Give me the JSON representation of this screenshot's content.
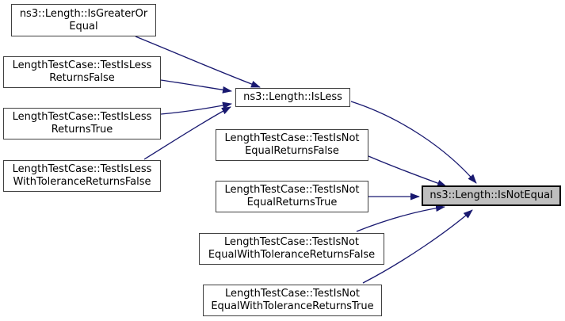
{
  "diagram": {
    "type": "doxygen-caller-graph",
    "colors": {
      "edge": "#191970",
      "node_fill": "#ffffff",
      "node_border": "#404040",
      "highlight_fill": "#bfbfbf",
      "text": "#000000",
      "background": "#ffffff"
    },
    "nodes": [
      {
        "id": "is-greater-or-equal",
        "line1": "ns3::Length::IsGreaterOr",
        "line2": "Equal",
        "highlighted": false
      },
      {
        "id": "test-is-less-returns-false",
        "line1": "LengthTestCase::TestIsLess",
        "line2": "ReturnsFalse",
        "highlighted": false
      },
      {
        "id": "test-is-less-returns-true",
        "line1": "LengthTestCase::TestIsLess",
        "line2": "ReturnsTrue",
        "highlighted": false
      },
      {
        "id": "test-is-less-with-tolerance-returns-false",
        "line1": "LengthTestCase::TestIsLess",
        "line2": "WithToleranceReturnsFalse",
        "highlighted": false
      },
      {
        "id": "is-less",
        "line1": "ns3::Length::IsLess",
        "line2": "",
        "highlighted": false
      },
      {
        "id": "test-is-not-equal-returns-false",
        "line1": "LengthTestCase::TestIsNot",
        "line2": "EqualReturnsFalse",
        "highlighted": false
      },
      {
        "id": "test-is-not-equal-returns-true",
        "line1": "LengthTestCase::TestIsNot",
        "line2": "EqualReturnsTrue",
        "highlighted": false
      },
      {
        "id": "test-is-not-equal-with-tolerance-returns-false",
        "line1": "LengthTestCase::TestIsNot",
        "line2": "EqualWithToleranceReturnsFalse",
        "highlighted": false
      },
      {
        "id": "test-is-not-equal-with-tolerance-returns-true",
        "line1": "LengthTestCase::TestIsNot",
        "line2": "EqualWithToleranceReturnsTrue",
        "highlighted": false
      },
      {
        "id": "is-not-equal",
        "line1": "ns3::Length::IsNotEqual",
        "line2": "",
        "highlighted": true
      }
    ],
    "edges": [
      {
        "from": "ns3::Length::IsGreaterOrEqual",
        "to": "ns3::Length::IsLess"
      },
      {
        "from": "LengthTestCase::TestIsLessReturnsFalse",
        "to": "ns3::Length::IsLess"
      },
      {
        "from": "LengthTestCase::TestIsLessReturnsTrue",
        "to": "ns3::Length::IsLess"
      },
      {
        "from": "LengthTestCase::TestIsLessWithToleranceReturnsFalse",
        "to": "ns3::Length::IsLess"
      },
      {
        "from": "ns3::Length::IsLess",
        "to": "ns3::Length::IsNotEqual"
      },
      {
        "from": "LengthTestCase::TestIsNotEqualReturnsFalse",
        "to": "ns3::Length::IsNotEqual"
      },
      {
        "from": "LengthTestCase::TestIsNotEqualReturnsTrue",
        "to": "ns3::Length::IsNotEqual"
      },
      {
        "from": "LengthTestCase::TestIsNotEqualWithToleranceReturnsFalse",
        "to": "ns3::Length::IsNotEqual"
      },
      {
        "from": "LengthTestCase::TestIsNotEqualWithToleranceReturnsTrue",
        "to": "ns3::Length::IsNotEqual"
      }
    ]
  }
}
